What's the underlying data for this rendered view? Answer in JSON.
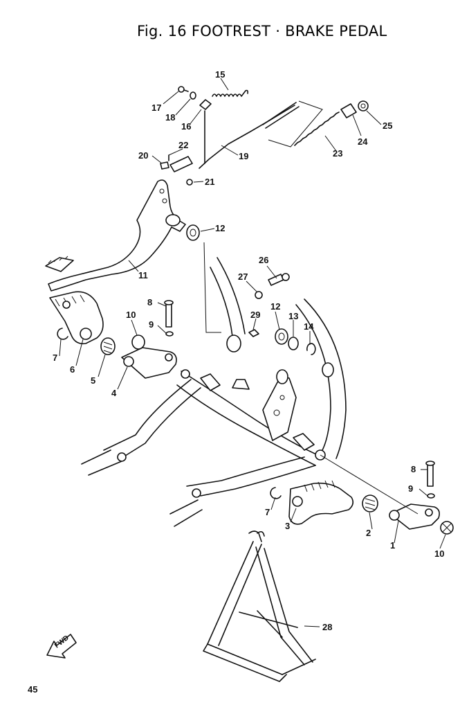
{
  "title": "Fig. 16 FOOTREST · BRAKE PEDAL",
  "page_number": "45",
  "fwd_label": "FWD",
  "callouts": [
    {
      "key": "c15",
      "label": "15"
    },
    {
      "key": "c17",
      "label": "17"
    },
    {
      "key": "c18",
      "label": "18"
    },
    {
      "key": "c16",
      "label": "16"
    },
    {
      "key": "c25",
      "label": "25"
    },
    {
      "key": "c24",
      "label": "24"
    },
    {
      "key": "c23",
      "label": "23"
    },
    {
      "key": "c19",
      "label": "19"
    },
    {
      "key": "c22",
      "label": "22"
    },
    {
      "key": "c20",
      "label": "20"
    },
    {
      "key": "c21",
      "label": "21"
    },
    {
      "key": "c12a",
      "label": "12"
    },
    {
      "key": "c11",
      "label": "11"
    },
    {
      "key": "c26",
      "label": "26"
    },
    {
      "key": "c27",
      "label": "27"
    },
    {
      "key": "c8a",
      "label": "8"
    },
    {
      "key": "c10a",
      "label": "10"
    },
    {
      "key": "c9a",
      "label": "9"
    },
    {
      "key": "c12b",
      "label": "12"
    },
    {
      "key": "c13",
      "label": "13"
    },
    {
      "key": "c14",
      "label": "14"
    },
    {
      "key": "c29",
      "label": "29"
    },
    {
      "key": "c7a",
      "label": "7"
    },
    {
      "key": "c6",
      "label": "6"
    },
    {
      "key": "c5",
      "label": "5"
    },
    {
      "key": "c4",
      "label": "4"
    },
    {
      "key": "c8b",
      "label": "8"
    },
    {
      "key": "c9b",
      "label": "9"
    },
    {
      "key": "c7b",
      "label": "7"
    },
    {
      "key": "c3",
      "label": "3"
    },
    {
      "key": "c2",
      "label": "2"
    },
    {
      "key": "c1",
      "label": "1"
    },
    {
      "key": "c10b",
      "label": "10"
    },
    {
      "key": "c28",
      "label": "28"
    }
  ]
}
